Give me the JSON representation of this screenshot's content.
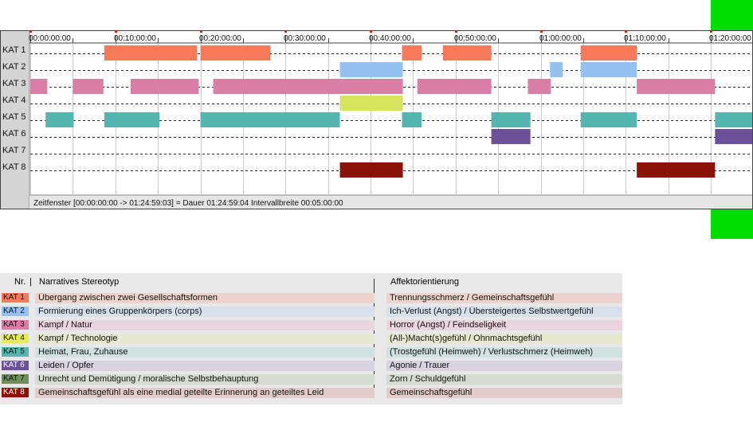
{
  "chart_data": {
    "type": "timeline",
    "x_ticks": [
      "00:00:00:00",
      "00:10:00:00",
      "00:20:00:00",
      "00:30:00:00",
      "00:40:00:00",
      "00:50:00:00",
      "01:00:00:00",
      "01:10:00:00",
      "01:20:00:00"
    ],
    "xlim_minutes": [
      0,
      85
    ],
    "tick_interval_minutes": 5,
    "status_text": "Zeitfenster [00:00:00:00 -> 01:24:59:03] = Dauer 01:24:59:04    Intervallbreite 00:05:00:00",
    "series": [
      {
        "name": "KAT 1",
        "color": "#f47a59",
        "segments": [
          [
            8.7,
            19.6
          ],
          [
            20.0,
            28.2
          ],
          [
            43.7,
            46.0
          ],
          [
            48.5,
            54.2
          ],
          [
            64.7,
            71.3
          ]
        ]
      },
      {
        "name": "KAT 2",
        "color": "#94c1f2",
        "segments": [
          [
            36.4,
            43.8
          ],
          [
            61.1,
            62.6
          ],
          [
            64.7,
            71.3
          ]
        ]
      },
      {
        "name": "KAT 3",
        "color": "#d97fa6",
        "segments": [
          [
            0.0,
            2.0
          ],
          [
            5.0,
            8.6
          ],
          [
            11.8,
            19.8
          ],
          [
            21.5,
            43.8
          ],
          [
            45.5,
            54.2
          ],
          [
            58.5,
            61.2
          ],
          [
            71.3,
            80.5
          ]
        ]
      },
      {
        "name": "KAT 4",
        "color": "#d6e35f",
        "segments": [
          [
            36.4,
            43.8
          ]
        ]
      },
      {
        "name": "KAT 5",
        "color": "#55b6b1",
        "segments": [
          [
            1.8,
            5.1
          ],
          [
            8.7,
            15.2
          ],
          [
            20.0,
            36.4
          ],
          [
            43.7,
            46.0
          ],
          [
            54.2,
            58.8
          ],
          [
            64.7,
            71.3
          ],
          [
            80.5,
            85.0
          ]
        ]
      },
      {
        "name": "KAT 6",
        "color": "#6b519a",
        "segments": [
          [
            54.2,
            58.8
          ],
          [
            80.5,
            85.0
          ]
        ]
      },
      {
        "name": "KAT 7",
        "color": "#6f8f5e",
        "segments": []
      },
      {
        "name": "KAT 8",
        "color": "#8b1209",
        "segments": [
          [
            36.4,
            43.8
          ],
          [
            71.3,
            80.5
          ]
        ]
      }
    ]
  },
  "legend": {
    "headers": {
      "nr": "Nr.",
      "stereotype": "Narratives Stereotyp",
      "affect": "Affektorientierung"
    },
    "rows": [
      {
        "code": "KAT 1",
        "color": "#f47a59",
        "bg": "#ecd3cd",
        "stereotype": "Übergang zwischen zwei Gesellschaftsformen",
        "affect": "Trennungsschmerz / Gemeinschaftsgefühl"
      },
      {
        "code": "KAT 2",
        "color": "#94c1f2",
        "bg": "#d7e1ec",
        "stereotype": "Formierung eines Gruppenkörpers (corps)",
        "affect": "Ich-Verlust (Angst) / Übersteigertes Selbstwertgefühl"
      },
      {
        "code": "KAT 3",
        "color": "#d97fa6",
        "bg": "#ead4de",
        "stereotype": "Kampf / Natur",
        "affect": "Horror (Angst) / Feindseligkeit"
      },
      {
        "code": "KAT 4",
        "color": "#e5ec5c",
        "bg": "#e6e8cf",
        "stereotype": "Kampf / Technologie",
        "affect": "(All-)Macht(s)gefühl / Ohnmachtsgefühl"
      },
      {
        "code": "KAT 5",
        "color": "#55b6b1",
        "bg": "#cfe2e0",
        "stereotype": "Heimat, Frau, Zuhause",
        "affect": "(Trostgefühl (Heimweh) / Verlustschmerz (Heimweh)"
      },
      {
        "code": "KAT 6",
        "color": "#6b519a",
        "bg": "#d8d3e0",
        "stereotype": "Leiden / Opfer",
        "affect": "Agonie / Trauer"
      },
      {
        "code": "KAT 7",
        "color": "#6f8f5e",
        "bg": "#d6dcd2",
        "stereotype": "Unrecht und Demütigung / moralische Selbstbehauptung",
        "affect": "Zorn / Schuldgefühl"
      },
      {
        "code": "KAT 8",
        "color": "#8b1209",
        "bg": "#e2cccb",
        "stereotype": "Gemeinschaftsgefühl als eine medial geteilte Erinnerung an geteiltes Leid",
        "affect": "Gemeinschaftsgefühl"
      }
    ]
  },
  "colors": {
    "accent_green": "#00dd00",
    "grid": "#c8c8c8",
    "panel": "#d4d4d4"
  }
}
